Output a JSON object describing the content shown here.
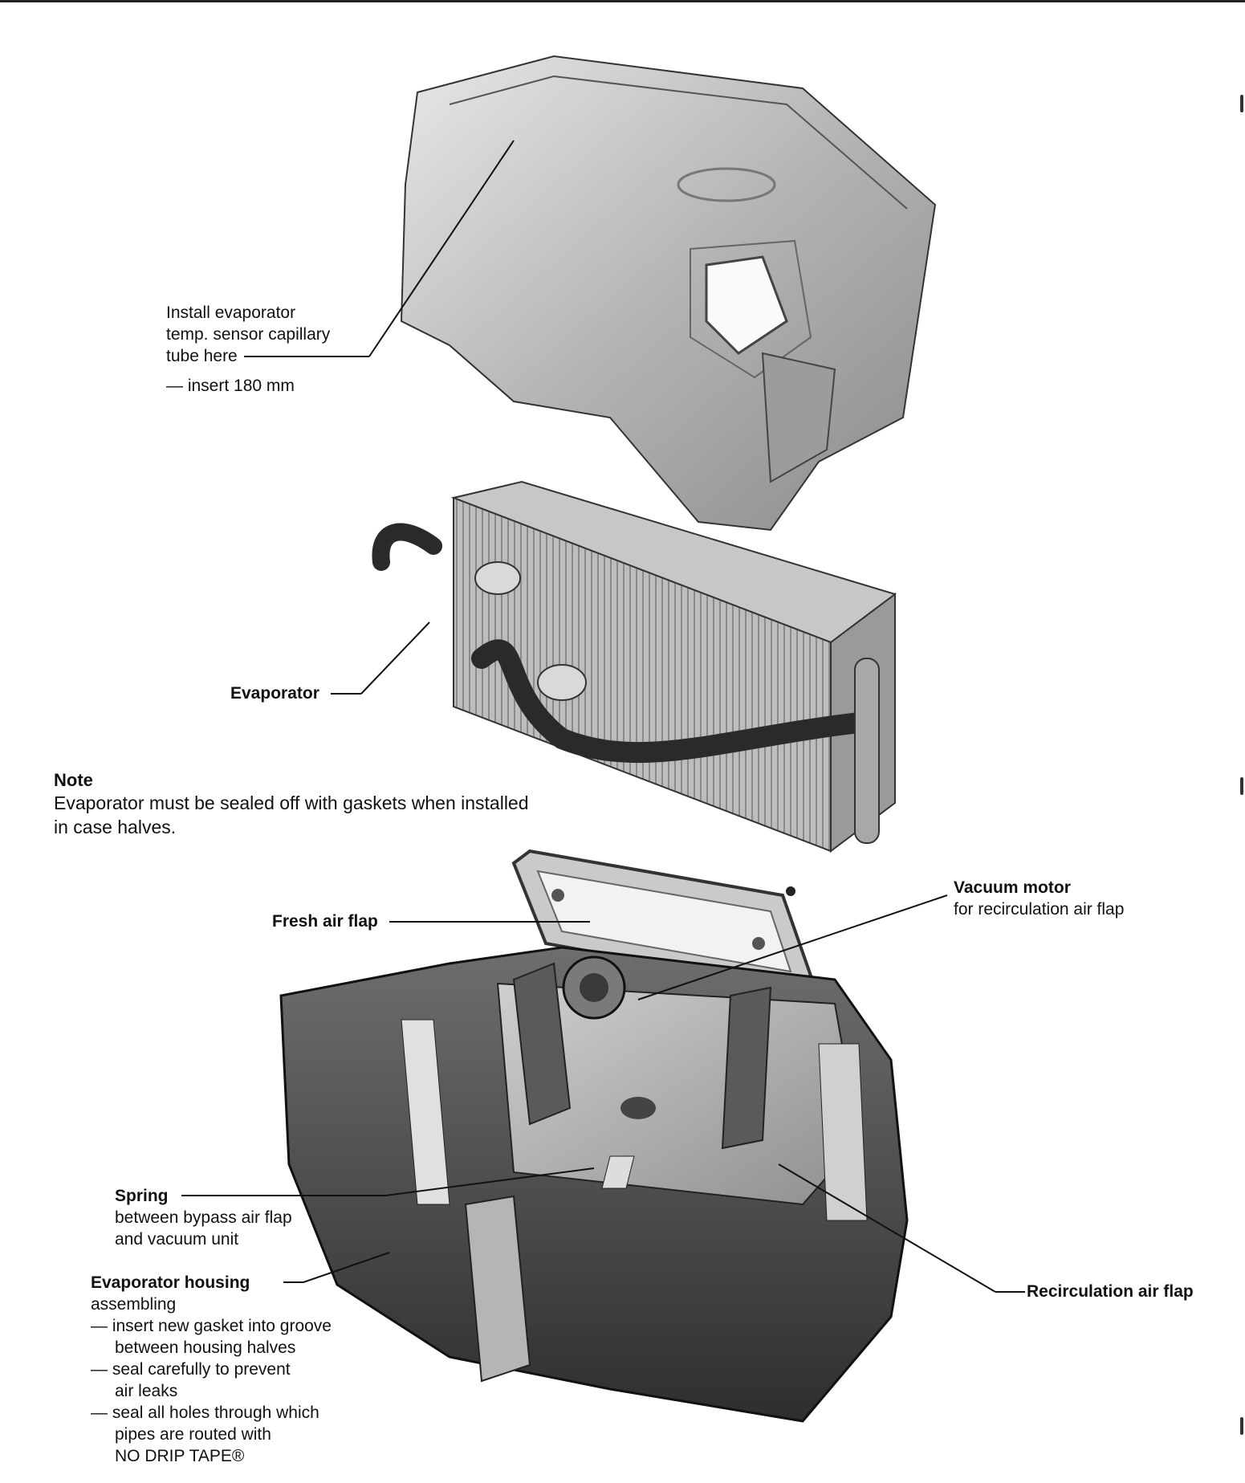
{
  "labels": {
    "capillary": {
      "line1": "Install evaporator",
      "line2": "temp. sensor capillary",
      "line3": "tube here",
      "sub": "— insert 180 mm"
    },
    "evaporator": "Evaporator",
    "note": {
      "title": "Note",
      "body": "Evaporator must be sealed off with gaskets when installed in case halves."
    },
    "fresh_air_flap": "Fresh air flap",
    "vacuum_motor": {
      "title": "Vacuum motor",
      "sub": "for recirculation air flap"
    },
    "spring": {
      "title": "Spring",
      "line1": "between bypass air flap",
      "line2": "and vacuum unit"
    },
    "housing": {
      "title": "Evaporator housing",
      "line1": "assembling",
      "item1a": "— insert new gasket into groove",
      "item1b": "between housing halves",
      "item2a": "— seal carefully to prevent",
      "item2b": "air leaks",
      "item3a": "— seal all holes through which",
      "item3b": "pipes are routed with",
      "item3c": "NO DRIP TAPE®"
    },
    "recirculation_air_flap": "Recirculation air flap"
  }
}
